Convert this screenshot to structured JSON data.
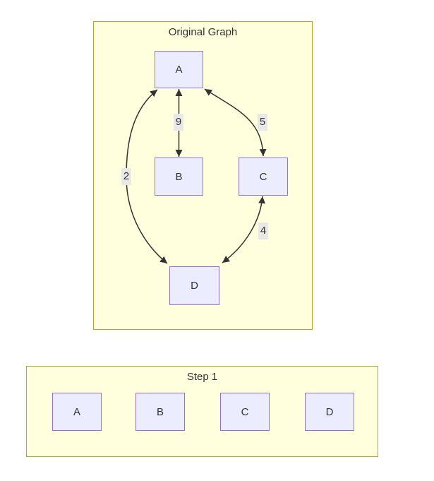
{
  "original_graph": {
    "title": "Original Graph",
    "nodes": [
      {
        "id": "A",
        "label": "A"
      },
      {
        "id": "B",
        "label": "B"
      },
      {
        "id": "C",
        "label": "C"
      },
      {
        "id": "D",
        "label": "D"
      }
    ],
    "edges": [
      {
        "from": "A",
        "to": "B",
        "weight": "9",
        "style": "bidirectional"
      },
      {
        "from": "A",
        "to": "C",
        "weight": "5",
        "style": "bidirectional"
      },
      {
        "from": "A",
        "to": "D",
        "weight": "2",
        "style": "bidirectional"
      },
      {
        "from": "C",
        "to": "D",
        "weight": "4",
        "style": "bidirectional"
      }
    ]
  },
  "step1_graph": {
    "title": "Step 1",
    "nodes": [
      {
        "id": "A",
        "label": "A"
      },
      {
        "id": "B",
        "label": "B"
      },
      {
        "id": "C",
        "label": "C"
      },
      {
        "id": "D",
        "label": "D"
      }
    ],
    "edges": []
  },
  "colors": {
    "cluster_fill": "#ffffde",
    "cluster_border": "#aaaa33",
    "node_fill": "#ececff",
    "node_border": "#9370db",
    "edge_stroke": "#333333",
    "edge_label_bg": "#e8e8e8",
    "text": "#333333",
    "page_bg": "#ffffff"
  }
}
